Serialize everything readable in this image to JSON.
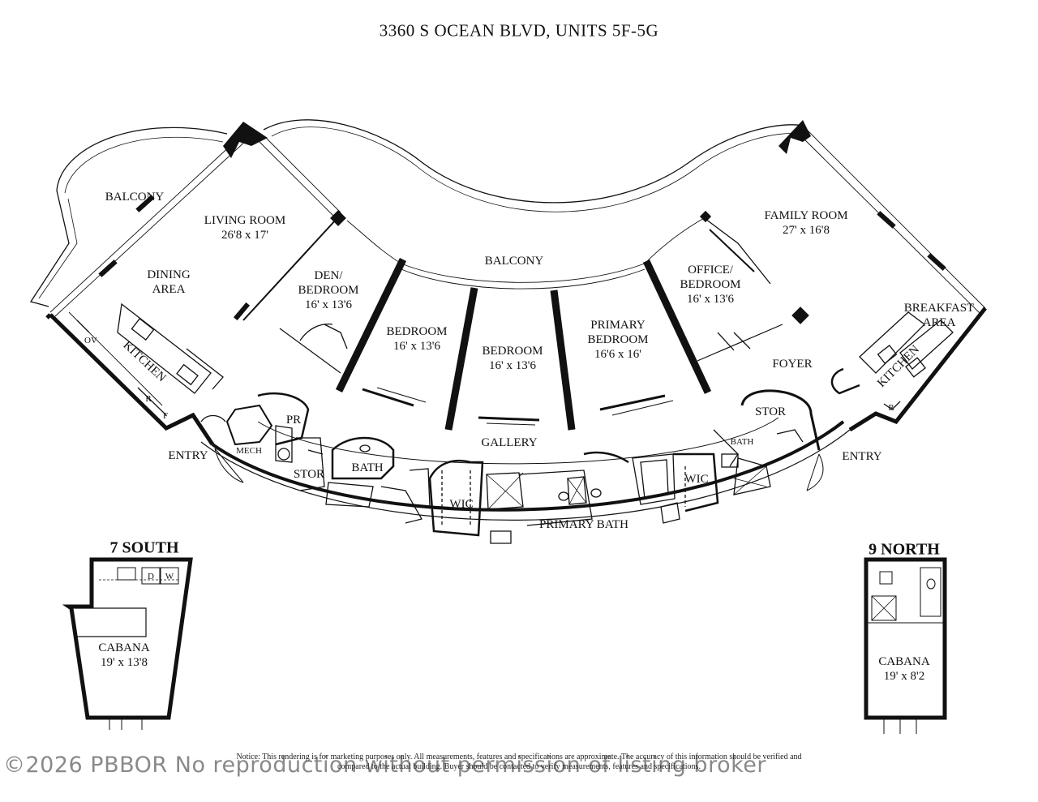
{
  "title": "3360 S OCEAN BLVD, UNITS 5F-5G",
  "rooms": {
    "balcony_left": "BALCONY",
    "living_room": {
      "name": "LIVING ROOM",
      "dim": "26'8 x 17'"
    },
    "dining_area": {
      "name": "DINING",
      "name2": "AREA"
    },
    "kitchen_left": "KITCHEN",
    "ov": "OV",
    "r_left": "R",
    "f_left": "F",
    "den_bedroom": {
      "name": "DEN/",
      "name2": "BEDROOM",
      "dim": "16' x 13'6"
    },
    "balcony_center": "BALCONY",
    "bedroom_1": {
      "name": "BEDROOM",
      "dim": "16' x 13'6"
    },
    "bedroom_2": {
      "name": "BEDROOM",
      "dim": "16' x 13'6"
    },
    "primary_bedroom": {
      "name": "PRIMARY",
      "name2": "BEDROOM",
      "dim": "16'6 x 16'"
    },
    "office_bedroom": {
      "name": "OFFICE/",
      "name2": "BEDROOM",
      "dim": "16' x 13'6"
    },
    "family_room": {
      "name": "FAMILY ROOM",
      "dim": "27' x 16'8"
    },
    "breakfast_area": {
      "name": "BREAKFAST",
      "name2": "AREA"
    },
    "kitchen_right": "KITCHEN",
    "r_right": "R",
    "foyer": "FOYER",
    "stor_right": "STOR",
    "bath_right": "BATH",
    "entry_right": "ENTRY",
    "entry_left": "ENTRY",
    "mech": "MECH",
    "pr": "PR",
    "stor_left": "STOR",
    "bath_left": "BATH",
    "gallery": "GALLERY",
    "wic_left": "WIC",
    "wic_right": "WIC",
    "primary_bath": "PRIMARY BATH"
  },
  "south": {
    "heading": "7 SOUTH",
    "cabana": "CABANA",
    "dim": "19' x 13'8",
    "d": "D",
    "w": "W"
  },
  "north": {
    "heading": "9 NORTH",
    "cabana": "CABANA",
    "dim": "19' x 8'2"
  },
  "notice": "Notice: This rendering is for marketing purposes only. All measurements, features and specifications are approximate. The accuracy of this information should be verified and compared to the actual building. Buyer should be contacted to verify measurements, features and specifications.",
  "watermark": "©2026 PBBOR No reproduction without permission of listing broker"
}
